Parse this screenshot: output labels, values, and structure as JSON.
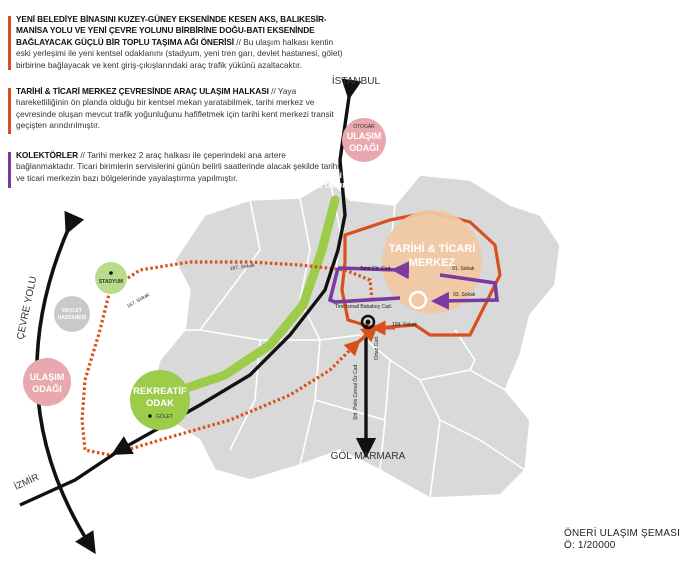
{
  "legend": [
    {
      "title": "YENİ BELEDİYE BİNASINI KUZEY-GÜNEY EKSENİNDE KESEN AKS, BALIKESİR-MANİSA YOLU VE YENİ ÇEVRE YOLUNU BİRBİRİNE DOĞU-BATI EKSENİNDE BAĞLAYACAK GÜÇLÜ BİR TOPLU TAŞIMA AĞI ÖNERİSİ",
      "text": " // Bu ulaşım halkası kentin eski yerleşimi ile yeni kentsel odaklanını (stadyum, yeni tren garı, devlet hastanesi, gölet) birbirine bağlayacak ve kent giriş-çıkışlarındaki araç trafik yükünü azaltacaktır.",
      "color": "#d8501c"
    },
    {
      "title": "TARİHİ & TİCARİ MERKEZ ÇEVRESİNDE ARAÇ ULAŞIM HALKASI",
      "text": " // Yaya hareketliliğinin ön planda olduğu bir kentsel mekan yaratabilmek, tarihi merkez ve çevresinde oluşan mevcut trafik yoğunluğunu hafifletmek için tarihi kent merkezi transit geçişten arındırılmıştır.",
      "color": "#d8501c"
    },
    {
      "title": "KOLEKTÖRLER",
      "text": " // Tarihi merkez 2 araç halkası ile çeperindeki ana artere bağlanmaktadır. Ticari birimlerin servislerini günün belirli saatlerinde alacak şekilde tarihi ve ticari merkezin bazı bölgelerinde yayalaştırma yapılmıştır.",
      "color": "#7a3aa0"
    }
  ],
  "map": {
    "istanbul": "İSTANBUL",
    "izmir": "İZMİR",
    "gol_marmara": "GÖL MARMARA",
    "cevre_yolu": "ÇEVRE YOLU",
    "ulasim_odagi_1": [
      "ULAŞIM",
      "ODAĞI"
    ],
    "otogar": "OTOGAR",
    "ulasim_odagi_2": [
      "ULAŞIM",
      "ODAĞI"
    ],
    "stadyum": "STADYUM",
    "devlet_hastanesi": [
      "DEVLET",
      "HASTANESİ"
    ],
    "tarihi_ticari": [
      "TARİHİ & TİCARİ",
      "MERKEZ"
    ],
    "rekreatif": [
      "REKREATİF",
      "ODAK"
    ],
    "golet": "GÖLET",
    "oneri_yesil": [
      "ÖNERİ",
      "YEŞİL OMURGA"
    ],
    "streets": {
      "s167a": "167. Sokak",
      "s167b": "167. Sokak",
      "talatpasa": "Talat Cd. Cad.",
      "s91": "91. Sokak",
      "s93": "93. Sokak",
      "tevfik": "Tirel İsmail Bababoy Cad.",
      "s159": "159. Sokak",
      "sehit": "Şht. Polis Cemal Öz Cad.",
      "ortaz": "Ortaz Cad."
    }
  },
  "title": {
    "line1": "ÖNERİ ULAŞIM ŞEMASI",
    "line2": "Ö: 1/20000"
  },
  "colors": {
    "orange": "#d8501c",
    "purple": "#7a3aa0",
    "green": "#9ccc4a",
    "pink": "#e8a8ad",
    "district": "#d9d9d9"
  }
}
